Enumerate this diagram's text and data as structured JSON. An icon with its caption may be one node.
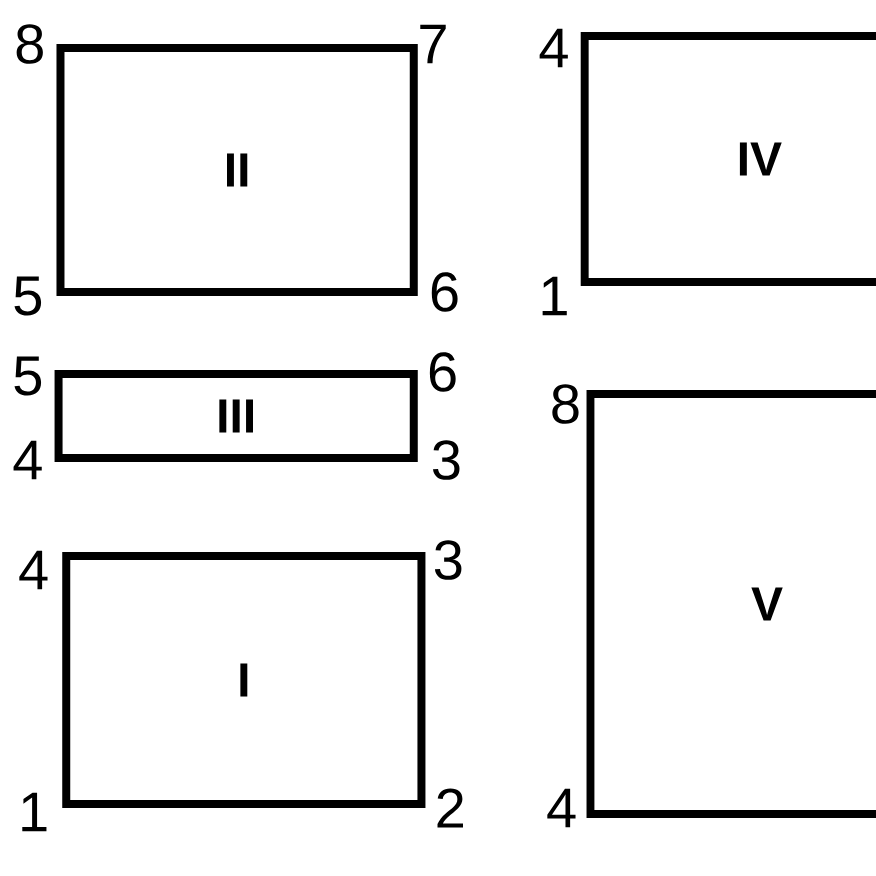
{
  "diagram": {
    "nodes": [
      {
        "text": [
          "II"
        ],
        "beside": [
          "8",
          "7",
          "5",
          "6"
        ]
      },
      {
        "text": [
          "IV"
        ],
        "beside": [
          "4",
          "1"
        ]
      },
      {
        "text": [
          "III"
        ],
        "beside": [
          "5",
          "6",
          "4",
          "3"
        ]
      },
      {
        "text": [
          "V"
        ],
        "beside": [
          "8",
          "4"
        ]
      },
      {
        "text": [
          "I"
        ],
        "beside": [
          "4",
          "3",
          "1",
          "2"
        ]
      }
    ]
  }
}
